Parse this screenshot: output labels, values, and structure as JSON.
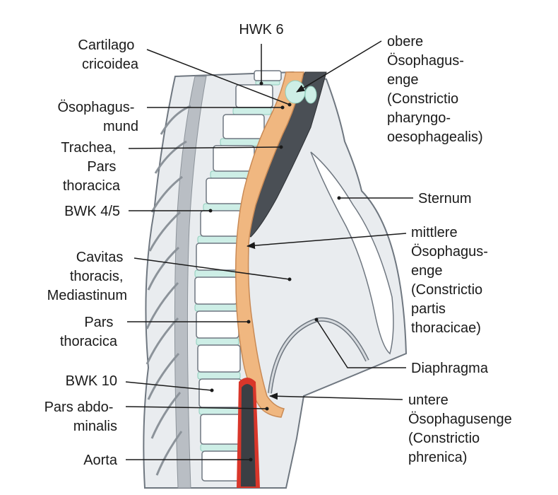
{
  "labels_left": {
    "hwk6": "HWK 6",
    "cartilago": [
      "Cartilago",
      "cricoidea"
    ],
    "oesophagusmund": [
      "Ösophagus-",
      "mund"
    ],
    "trachea": [
      "Trachea,",
      "Pars",
      "thoracica"
    ],
    "bwk45": "BWK 4/5",
    "cavitas": [
      "Cavitas",
      "thoracis,",
      "Mediastinum"
    ],
    "pars_thoracica": [
      "Pars",
      "thoracica"
    ],
    "bwk10": "BWK 10",
    "pars_abdominalis": [
      "Pars abdo-",
      "minalis"
    ],
    "aorta": "Aorta"
  },
  "labels_right": {
    "obere": [
      "obere",
      "Ösophagus-",
      "enge",
      "(Constrictio",
      "pharyngo-",
      "oesophagealis)"
    ],
    "sternum": "Sternum",
    "mittlere": [
      "mittlere",
      "Ösophagus-",
      "enge",
      "(Constrictio",
      "partis",
      "thoracicae)"
    ],
    "diaphragma": "Diaphragma",
    "untere": [
      "untere",
      "Ösophagusenge",
      "(Constrictio",
      "phrenica)"
    ]
  },
  "colors": {
    "body_fill": "#e9ecef",
    "outline": "#6f7780",
    "vertebra_fill": "#ffffff",
    "disc_fill": "#cdeee6",
    "spinal_canal": "#b9bec4",
    "trachea_fill": "#4a4f55",
    "oesophagus_fill": "#f0b780",
    "oesophagus_stroke": "#c98a55",
    "aorta_outer": "#d8362a",
    "aorta_inner": "#3b3f44",
    "sternum_fill": "#ffffff",
    "leader_line": "#1a1a1a"
  }
}
